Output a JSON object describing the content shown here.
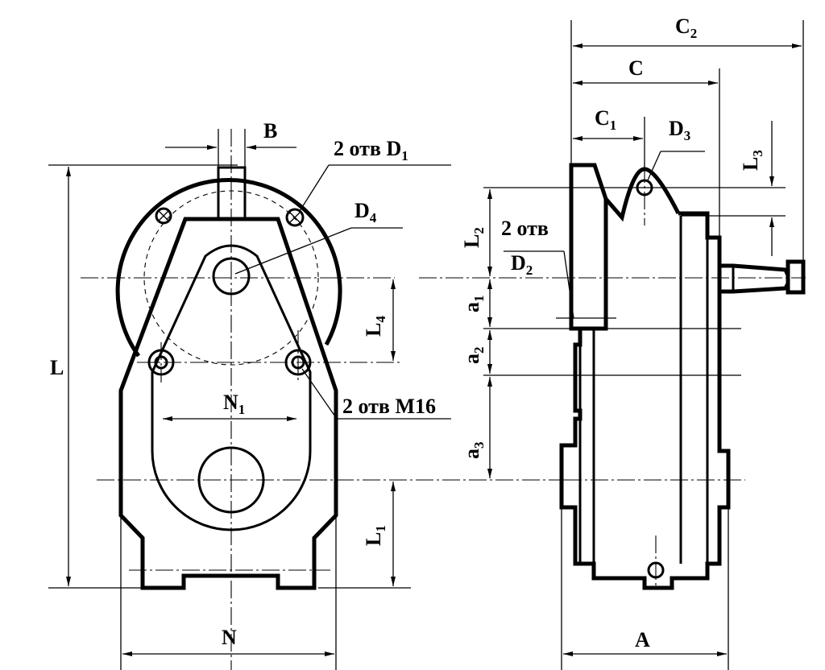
{
  "labels": {
    "L": {
      "main": "L",
      "sub": ""
    },
    "L1": {
      "main": "L",
      "sub": "1"
    },
    "L2": {
      "main": "L",
      "sub": "2"
    },
    "L3": {
      "main": "L",
      "sub": "3"
    },
    "L4": {
      "main": "L",
      "sub": "4"
    },
    "B": {
      "main": "B",
      "sub": ""
    },
    "N": {
      "main": "N",
      "sub": ""
    },
    "N1": {
      "main": "N",
      "sub": "1"
    },
    "A": {
      "main": "A",
      "sub": ""
    },
    "C": {
      "main": "C",
      "sub": ""
    },
    "C1": {
      "main": "C",
      "sub": "1"
    },
    "C2": {
      "main": "C",
      "sub": "2"
    },
    "D3": {
      "main": "D",
      "sub": "3"
    },
    "D4": {
      "main": "D",
      "sub": "4"
    },
    "a1": {
      "main": "a",
      "sub": "1"
    },
    "a2": {
      "main": "a",
      "sub": "2"
    },
    "a3": {
      "main": "a",
      "sub": "3"
    }
  },
  "callouts": {
    "holes_d1": {
      "main": "2 отв D",
      "sub": "1"
    },
    "holes_d2_line1": "2 отв",
    "holes_d2_line2": {
      "main": "D",
      "sub": "2"
    },
    "holes_m16": "2 отв M16"
  }
}
